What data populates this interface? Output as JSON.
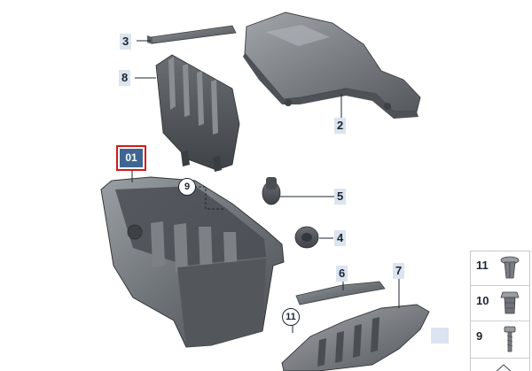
{
  "diagram": {
    "assembly_label": "01",
    "callouts": [
      {
        "id": "3",
        "label": "3"
      },
      {
        "id": "8",
        "label": "8"
      },
      {
        "id": "2",
        "label": "2"
      },
      {
        "id": "5",
        "label": "5"
      },
      {
        "id": "4",
        "label": "4"
      },
      {
        "id": "6",
        "label": "6"
      },
      {
        "id": "7",
        "label": "7"
      }
    ],
    "circled_callouts": [
      {
        "id": "9",
        "label": "9"
      },
      {
        "id": "11",
        "label": "11"
      }
    ],
    "empty_marker": ""
  },
  "legend": {
    "items": [
      {
        "label": "11",
        "icon": "push-rivet-icon"
      },
      {
        "label": "10",
        "icon": "expanding-nut-icon"
      },
      {
        "label": "9",
        "icon": "screw-icon"
      }
    ]
  },
  "colors": {
    "part_fill": "#6f7378",
    "part_dark": "#4b4f54",
    "part_light": "#9a9ea3",
    "callout_bg": "#dbe4ef",
    "assembly_bg": "#3e6690",
    "highlight_border": "#d21a1a"
  }
}
